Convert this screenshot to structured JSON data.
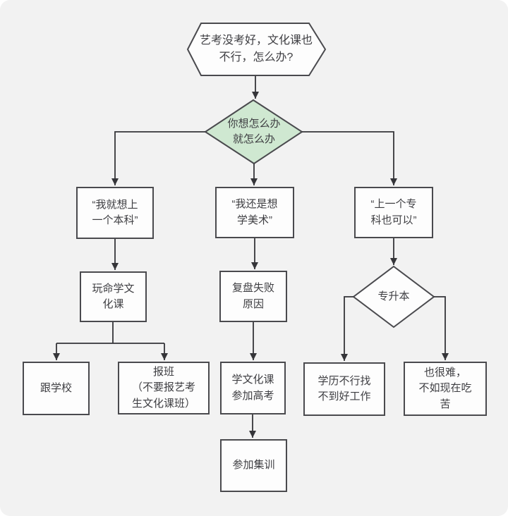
{
  "canvas": {
    "background_color": "#f2f2f2",
    "node_fill_color": "#fdfdfd",
    "node_stroke_color": "#4a4a4e",
    "decision_fill_color": "#cfe8d1",
    "arrow_color": "#353539",
    "text_color": "#3e3e42"
  },
  "flowchart": {
    "start": {
      "label": "艺考没考好，文化课也\n不行，怎么办?"
    },
    "decision_main": {
      "label": "你想怎么办\n就怎么办"
    },
    "branch_benke": {
      "label": "“我就想上\n一个本科”"
    },
    "branch_meishu": {
      "label": "“我还是想\n学美术”"
    },
    "branch_zhuanke": {
      "label": "“上一个专\n科也可以”"
    },
    "study_hard": {
      "label": "玩命学文\n化课"
    },
    "review_failure": {
      "label": "复盘失败\n原因"
    },
    "decision_zhuanshengben": {
      "label": "专升本"
    },
    "follow_school": {
      "label": "跟学校"
    },
    "sign_up_class": {
      "label": "报班\n（不要报艺考\n生文化课班）"
    },
    "take_gaokao": {
      "label": "学文化课\n参加高考"
    },
    "no_good_job": {
      "label": "学历不行找\n不到好工作"
    },
    "also_hard": {
      "label": "也很难，\n不如现在吃\n苦"
    },
    "training_camp": {
      "label": "参加集训"
    }
  }
}
